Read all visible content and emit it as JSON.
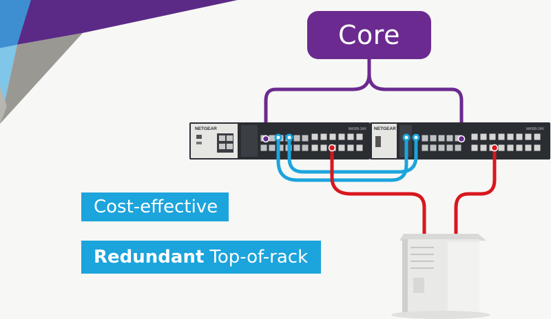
{
  "core": {
    "label": "Core"
  },
  "switches": [
    {
      "brand": "NETGEAR",
      "model": "M4300-24X"
    },
    {
      "brand": "NETGEAR",
      "model": "M4300-24X"
    }
  ],
  "labels": {
    "cost_effective": "Cost-effective",
    "redundant_bold": "Redundant",
    "redundant_rest": "Top-of-rack"
  },
  "colors": {
    "core": "#6b2a8f",
    "core_links": "#6b2a8f",
    "stack_links": "#1ca4dc",
    "server_links": "#d8171e",
    "label_bg": "#1ca4dc"
  }
}
